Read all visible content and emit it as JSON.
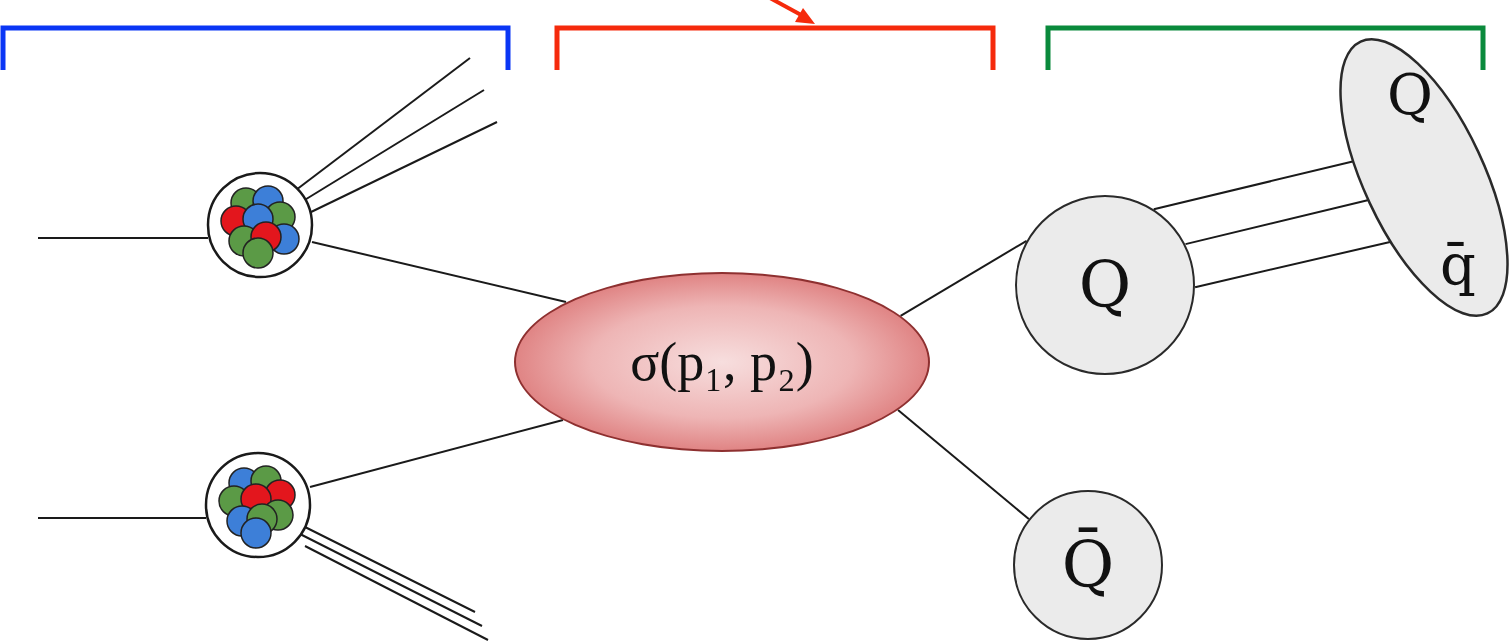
{
  "diagram": {
    "nodes": [
      {
        "text": [
          "σ(p₁, p₂)"
        ]
      },
      {
        "text": [
          "Q"
        ]
      },
      {
        "text": [
          "Q",
          "q̄"
        ]
      },
      {
        "text": [
          "Q̄"
        ]
      }
    ],
    "edges": [
      {
        "from": 0,
        "to": 1,
        "arrow": "none"
      },
      {
        "from": 0,
        "to": 3,
        "arrow": "none"
      },
      {
        "from": 1,
        "to": 2,
        "arrow": "none"
      }
    ]
  }
}
